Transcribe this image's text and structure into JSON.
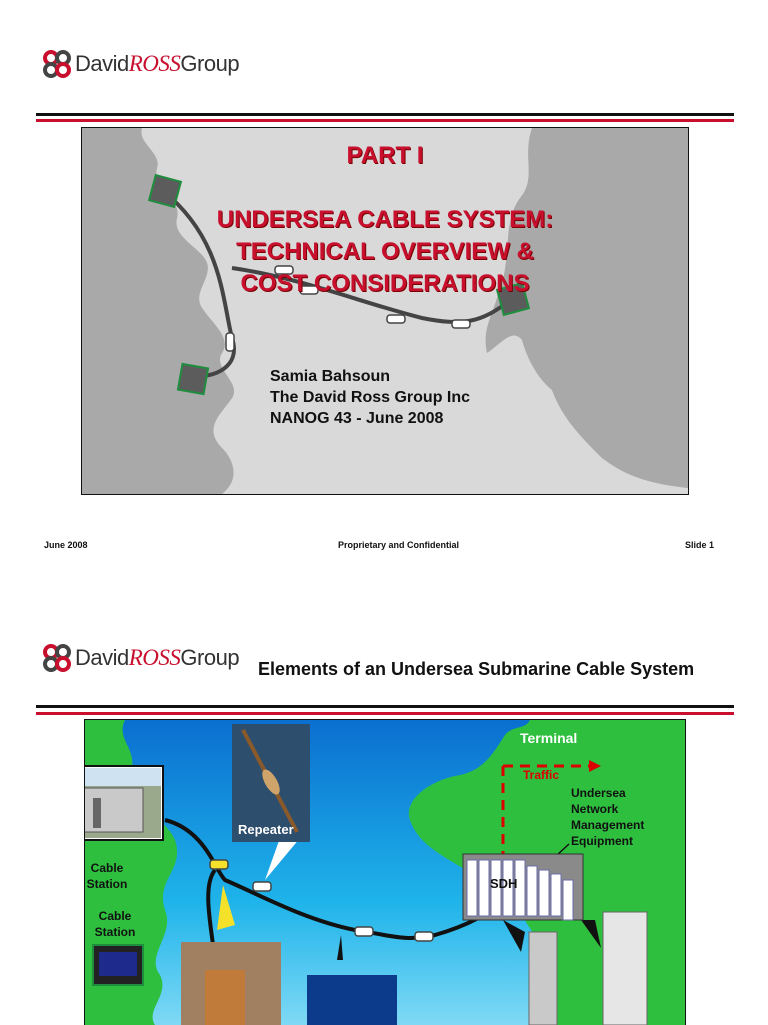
{
  "brand": {
    "logo_prefix": "David",
    "logo_accent": "ROSS",
    "logo_suffix": "Group"
  },
  "slide1": {
    "part": "PART I",
    "title_lines": [
      "UNDERSEA CABLE SYSTEM:",
      "TECHNICAL OVERVIEW &",
      "COST CONSIDERATIONS"
    ],
    "author_lines": [
      "Samia Bahsoun",
      "The David Ross Group Inc",
      "NANOG 43 - June 2008"
    ]
  },
  "footer": {
    "date": "June 2008",
    "center": "Proprietary and Confidential",
    "slide": "Slide 1"
  },
  "slide2": {
    "title": "Elements of an Undersea Submarine Cable System",
    "labels": {
      "terminal": "Terminal",
      "traffic": "Traffic",
      "nme_lines": [
        "Undersea",
        "Network",
        "Management",
        "Equipment"
      ],
      "repeater": "Repeater",
      "cable_station_1": [
        "Cable",
        "Station"
      ],
      "cable_station_2": [
        "Cable",
        "Station"
      ],
      "sdh": "SDH"
    }
  },
  "colors": {
    "brand_red": "#c8102e",
    "sea_blue": "#1aa6e6",
    "land_green": "#2fbf3f",
    "map_grey": "#bdbdbd"
  }
}
